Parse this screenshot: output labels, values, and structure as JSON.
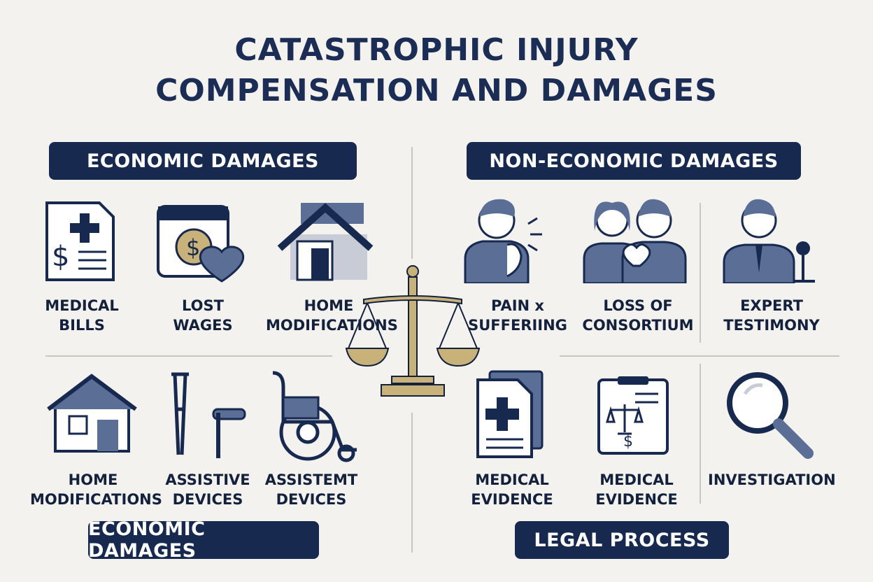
{
  "title": {
    "line1": "CATASTROPHIC INJURY",
    "line2": "COMPENSATION AND DAMAGES"
  },
  "colors": {
    "navy": "#17294f",
    "slate": "#5a6e96",
    "gold": "#c9b27a",
    "background": "#f3f2ef"
  },
  "banners": {
    "economic_top": "ECONOMIC DAMAGES",
    "non_economic": "NON-ECONOMIC DAMAGES",
    "economic_bottom": "ECONOMIC DAMAGES",
    "legal_process": "LEGAL PROCESS"
  },
  "economic_items": [
    {
      "line1": "MEDICAL",
      "line2": "BILLS",
      "icon": "medical-bill-icon"
    },
    {
      "line1": "LOST",
      "line2": "WAGES",
      "icon": "calendar-dollar-icon"
    },
    {
      "line1": "HOME",
      "line2": "MODIFICATIONS",
      "icon": "house-icon"
    },
    {
      "line1": "HOME",
      "line2": "MODIFICATIONS",
      "icon": "house-icon"
    },
    {
      "line1": "ASSISTIVE",
      "line2": "DEVICES",
      "icon": "crutches-icon"
    },
    {
      "line1": "ASSISTEMT",
      "line2": "DEVICES",
      "icon": "wheelchair-icon"
    }
  ],
  "non_economic_items": [
    {
      "line1": "PAIN x",
      "line2": "SUFFERIING",
      "icon": "pain-person-icon"
    },
    {
      "line1": "LOSS OF",
      "line2": "CONSORTIUM",
      "icon": "couple-broken-heart-icon"
    },
    {
      "line1": "EXPERT",
      "line2": "TESTIMONY",
      "icon": "expert-speaker-icon"
    }
  ],
  "legal_items": [
    {
      "line1": "MEDICAL",
      "line2": "EVIDENCE",
      "icon": "medical-document-icon"
    },
    {
      "line1": "MEDICAL",
      "line2": "EVIDENCE",
      "icon": "legal-document-icon"
    },
    {
      "line1": "INVESTIGATION",
      "line2": "",
      "icon": "magnifier-icon"
    }
  ]
}
